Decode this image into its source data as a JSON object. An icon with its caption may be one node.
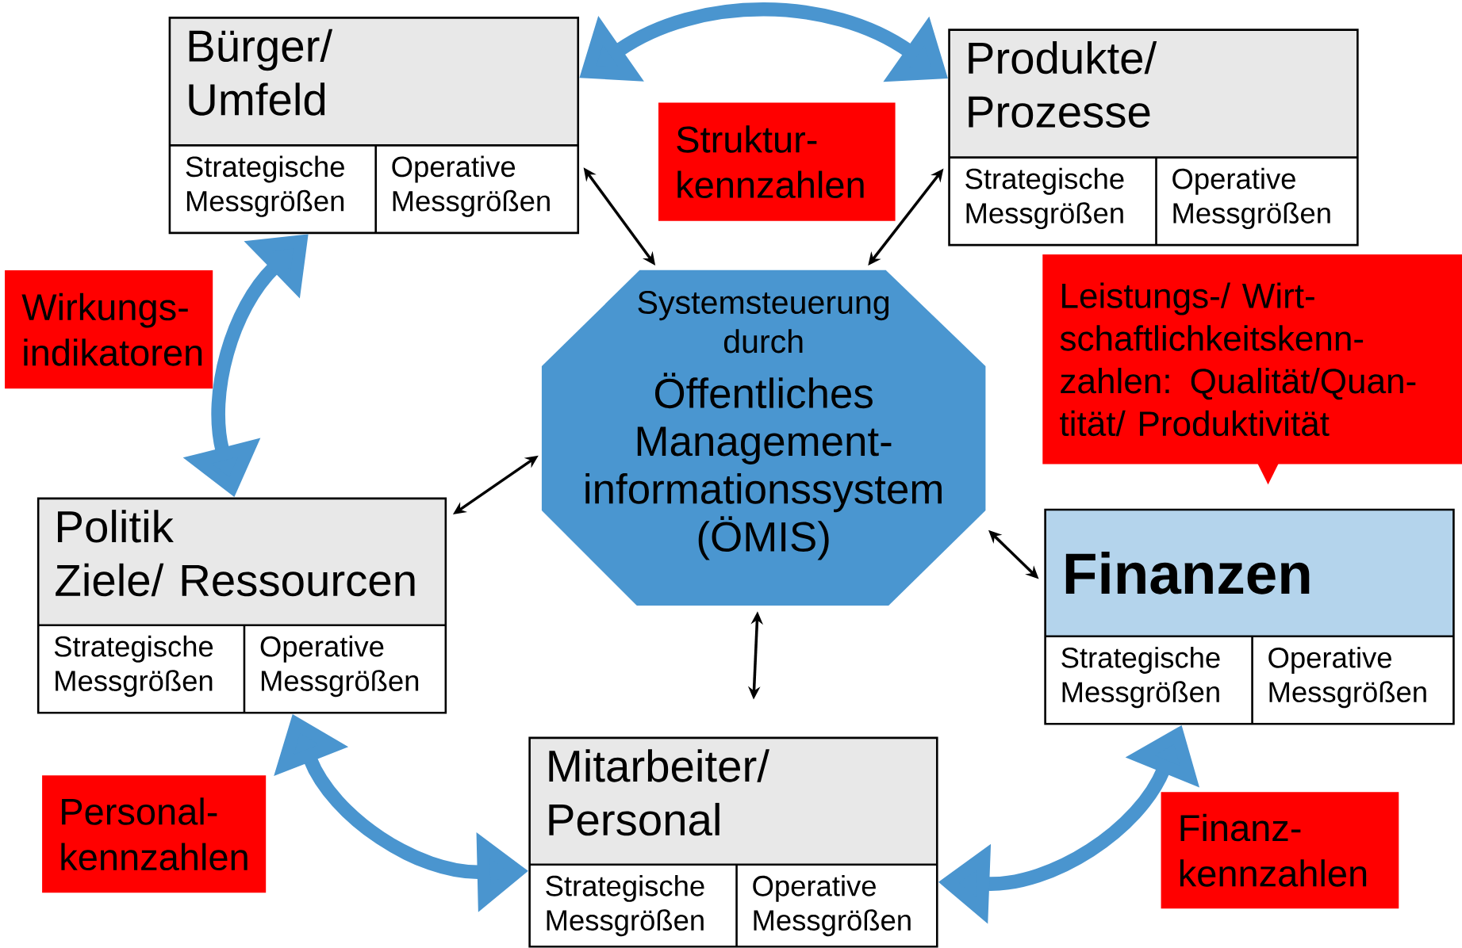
{
  "diagram": {
    "nodes": [
      {
        "text": [
          "Bürger/ Umfeld",
          "Strategische Messgrößen",
          "Operative Messgrößen"
        ]
      },
      {
        "text": [
          "Produkte/ Prozesse",
          "Strategische Messgrößen",
          "Operative Messgrößen"
        ]
      },
      {
        "text": [
          "Systemsteuerung durch",
          "Öffentliches Management- informationssystem (ÖMIS)"
        ]
      },
      {
        "text": [
          "Politik",
          "Ziele/ Ressourcen",
          "Strategische Messgrößen",
          "Operative Messgrößen"
        ]
      },
      {
        "text": [
          "Finanzen",
          "Strategische Messgrößen",
          "Operative Messgrößen"
        ]
      },
      {
        "text": [
          "Mitarbeiter/ Personal",
          "Strategische Messgrößen",
          "Operative Messgrößen"
        ]
      },
      {
        "text": [
          "Struktur- kennzahlen"
        ]
      },
      {
        "text": [
          "Wirkungs- indikatoren"
        ]
      },
      {
        "text": [
          "Leistungs-/ Wirt- schaftlichkeitskenn- zahlen: Qualität/Quan- tität/ Produktivität"
        ]
      },
      {
        "text": [
          "Personal- kennzahlen"
        ]
      },
      {
        "text": [
          "Finanz- kennzahlen"
        ]
      }
    ],
    "edges": [
      {
        "from": 2,
        "to": 0,
        "arrow": "both"
      },
      {
        "from": 2,
        "to": 1,
        "arrow": "both"
      },
      {
        "from": 2,
        "to": 3,
        "arrow": "both"
      },
      {
        "from": 2,
        "to": 4,
        "arrow": "both"
      },
      {
        "from": 2,
        "to": 5,
        "arrow": "both"
      },
      {
        "from": 0,
        "to": 1,
        "arrow": "both",
        "style": "thick",
        "color": "#4a95cf"
      },
      {
        "from": 0,
        "to": 3,
        "arrow": "both",
        "style": "thick",
        "color": "#4a95cf"
      },
      {
        "from": 3,
        "to": 5,
        "arrow": "both",
        "style": "thick",
        "color": "#4a95cf"
      },
      {
        "from": 4,
        "to": 5,
        "arrow": "both",
        "style": "thick",
        "color": "#4a95cf"
      }
    ]
  }
}
